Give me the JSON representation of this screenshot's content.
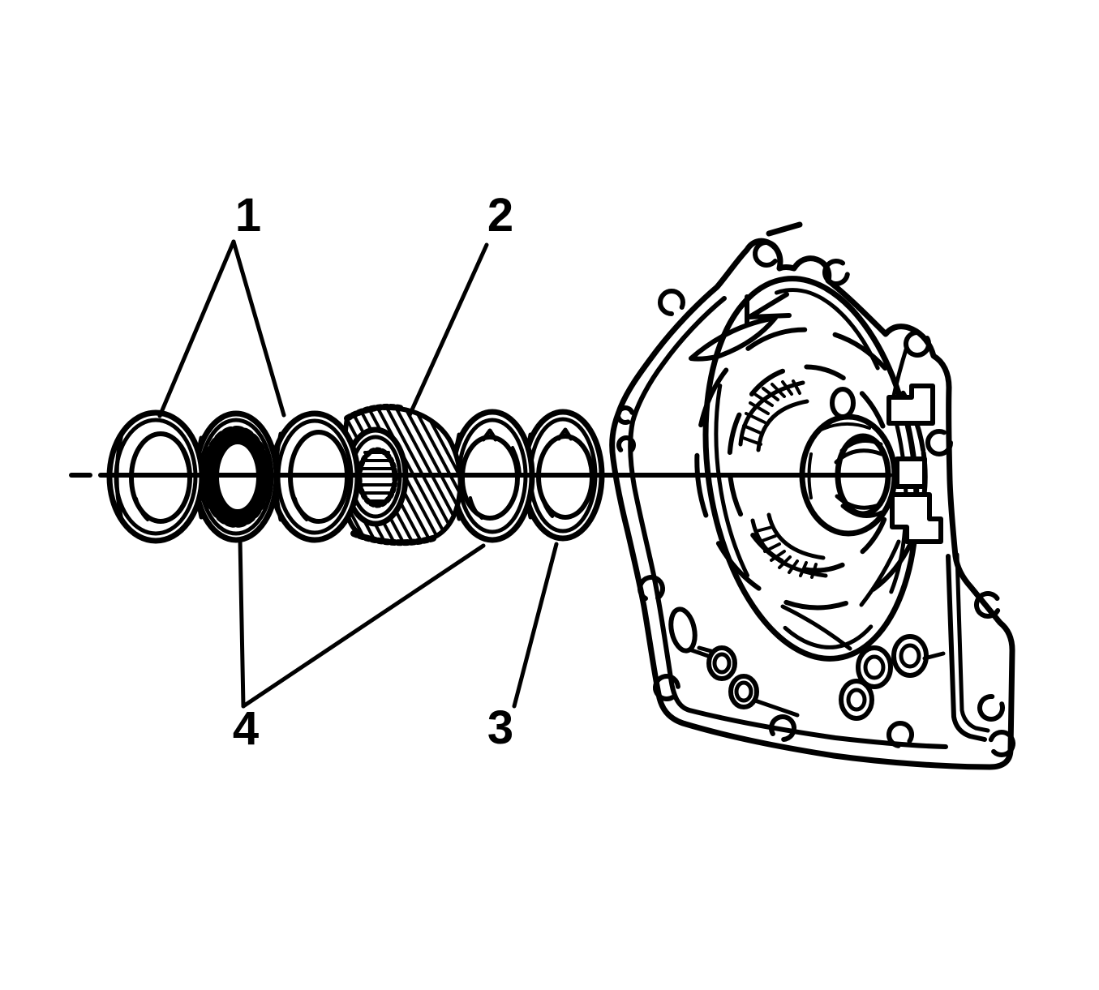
{
  "figure": {
    "background_color": "#ffffff",
    "line_color": "#000000",
    "callouts": [
      {
        "label": "1"
      },
      {
        "label": "2"
      },
      {
        "label": "3"
      },
      {
        "label": "4"
      }
    ]
  }
}
